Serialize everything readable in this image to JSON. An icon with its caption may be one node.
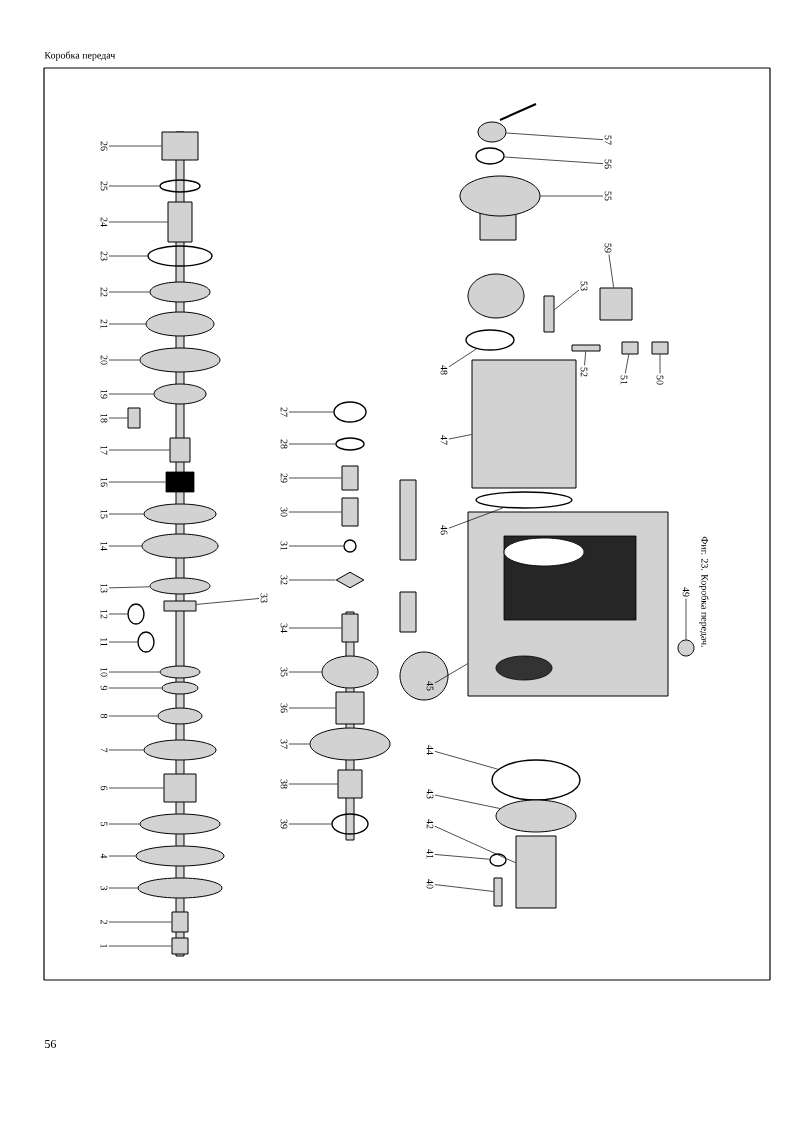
{
  "diagram": {
    "title": "Коробка передач",
    "caption": "Фиг. 23. Коробка передач.",
    "nodes": [
      {
        "text": [
          "26"
        ]
      },
      {
        "text": [
          "25"
        ]
      },
      {
        "text": [
          "24"
        ]
      },
      {
        "text": [
          "23"
        ]
      },
      {
        "text": [
          "22"
        ]
      },
      {
        "text": [
          "21"
        ]
      },
      {
        "text": [
          "20"
        ]
      },
      {
        "text": [
          "19"
        ]
      },
      {
        "text": [
          "18"
        ]
      },
      {
        "text": [
          "17"
        ]
      },
      {
        "text": [
          "16"
        ]
      },
      {
        "text": [
          "15"
        ]
      },
      {
        "text": [
          "14"
        ]
      },
      {
        "text": [
          "13"
        ]
      },
      {
        "text": [
          "12"
        ]
      },
      {
        "text": [
          "11"
        ]
      },
      {
        "text": [
          "10"
        ]
      },
      {
        "text": [
          "9"
        ]
      },
      {
        "text": [
          "8"
        ]
      },
      {
        "text": [
          "7"
        ]
      },
      {
        "text": [
          "6"
        ]
      },
      {
        "text": [
          "5"
        ]
      },
      {
        "text": [
          "4"
        ]
      },
      {
        "text": [
          "3"
        ]
      },
      {
        "text": [
          "2"
        ]
      },
      {
        "text": [
          "1"
        ]
      },
      {
        "text": [
          "27"
        ]
      },
      {
        "text": [
          "28"
        ]
      },
      {
        "text": [
          "29"
        ]
      },
      {
        "text": [
          "30"
        ]
      },
      {
        "text": [
          "31"
        ]
      },
      {
        "text": [
          "32"
        ]
      },
      {
        "text": [
          "33"
        ]
      },
      {
        "text": [
          "34"
        ]
      },
      {
        "text": [
          "35"
        ]
      },
      {
        "text": [
          "36"
        ]
      },
      {
        "text": [
          "37"
        ]
      },
      {
        "text": [
          "38"
        ]
      },
      {
        "text": [
          "39"
        ]
      },
      {
        "text": [
          "57"
        ]
      },
      {
        "text": [
          "56"
        ]
      },
      {
        "text": [
          "55"
        ]
      },
      {
        "text": [
          "59"
        ]
      },
      {
        "text": [
          "53"
        ]
      },
      {
        "text": [
          "52"
        ]
      },
      {
        "text": [
          "51"
        ]
      },
      {
        "text": [
          "50"
        ]
      },
      {
        "text": [
          "48"
        ]
      },
      {
        "text": [
          "47"
        ]
      },
      {
        "text": [
          "46"
        ]
      },
      {
        "text": [
          "45"
        ]
      },
      {
        "text": [
          "49"
        ]
      },
      {
        "text": [
          "44"
        ]
      },
      {
        "text": [
          "43"
        ]
      },
      {
        "text": [
          "42"
        ]
      },
      {
        "text": [
          "41"
        ]
      },
      {
        "text": [
          "40"
        ]
      },
      {
        "text": [],
        "shape": "box"
      },
      {
        "text": [],
        "shape": "ring"
      },
      {
        "text": [],
        "shape": "box"
      },
      {
        "text": [],
        "shape": "ring"
      },
      {
        "text": [],
        "shape": "ellipse"
      },
      {
        "text": [],
        "shape": "ellipse"
      },
      {
        "text": [],
        "shape": "ellipse"
      },
      {
        "text": [],
        "shape": "ellipse"
      },
      {
        "text": [],
        "shape": "box"
      },
      {
        "text": [],
        "shape": "box"
      },
      {
        "text": [],
        "shape": "box"
      },
      {
        "text": [],
        "shape": "ellipse"
      },
      {
        "text": [],
        "shape": "ellipse"
      },
      {
        "text": [],
        "shape": "ellipse"
      },
      {
        "text": [],
        "shape": "ring"
      },
      {
        "text": [],
        "shape": "ring"
      },
      {
        "text": [],
        "shape": "ellipse"
      },
      {
        "text": [],
        "shape": "ellipse"
      },
      {
        "text": [],
        "shape": "ellipse"
      },
      {
        "text": [],
        "shape": "ellipse"
      },
      {
        "text": [],
        "shape": "box"
      },
      {
        "text": [],
        "shape": "ellipse"
      },
      {
        "text": [],
        "shape": "ellipse"
      },
      {
        "text": [],
        "shape": "ellipse"
      },
      {
        "text": [],
        "shape": "box"
      },
      {
        "text": [],
        "shape": "box"
      },
      {
        "text": [],
        "shape": "ring"
      },
      {
        "text": [],
        "shape": "ring"
      },
      {
        "text": [],
        "shape": "box"
      },
      {
        "text": [],
        "shape": "box"
      },
      {
        "text": [],
        "shape": "ring"
      },
      {
        "text": [],
        "shape": "diamond"
      },
      {
        "text": [],
        "shape": "box"
      },
      {
        "text": [],
        "shape": "box"
      },
      {
        "text": [],
        "shape": "ellipse"
      },
      {
        "text": [],
        "shape": "box"
      },
      {
        "text": [],
        "shape": "ellipse"
      },
      {
        "text": [],
        "shape": "box"
      },
      {
        "text": [],
        "shape": "ring"
      },
      {
        "text": [],
        "shape": "ellipse"
      },
      {
        "text": [],
        "shape": "ring"
      },
      {
        "text": [],
        "shape": "ellipse"
      },
      {
        "text": [],
        "shape": "box"
      },
      {
        "text": [],
        "shape": "box"
      },
      {
        "text": [],
        "shape": "box"
      },
      {
        "text": [],
        "shape": "box"
      },
      {
        "text": [],
        "shape": "box"
      },
      {
        "text": [],
        "shape": "ring"
      },
      {
        "text": [],
        "shape": "box"
      },
      {
        "text": [],
        "shape": "ring"
      },
      {
        "text": [],
        "shape": "box"
      },
      {
        "text": [],
        "shape": "circle"
      },
      {
        "text": [],
        "shape": "ring"
      },
      {
        "text": [],
        "shape": "ellipse"
      },
      {
        "text": [],
        "shape": "box"
      },
      {
        "text": [],
        "shape": "ring"
      },
      {
        "text": [],
        "shape": "box"
      }
    ],
    "edges": [
      {
        "from": 0,
        "to": 57,
        "arrow": "none"
      },
      {
        "from": 1,
        "to": 58,
        "arrow": "none"
      },
      {
        "from": 2,
        "to": 59,
        "arrow": "none"
      },
      {
        "from": 3,
        "to": 60,
        "arrow": "none"
      },
      {
        "from": 4,
        "to": 61,
        "arrow": "none"
      },
      {
        "from": 5,
        "to": 62,
        "arrow": "none"
      },
      {
        "from": 6,
        "to": 63,
        "arrow": "none"
      },
      {
        "from": 7,
        "to": 64,
        "arrow": "none"
      },
      {
        "from": 8,
        "to": 65,
        "arrow": "none"
      },
      {
        "from": 9,
        "to": 66,
        "arrow": "none"
      },
      {
        "from": 10,
        "to": 67,
        "arrow": "none"
      },
      {
        "from": 11,
        "to": 68,
        "arrow": "none"
      },
      {
        "from": 12,
        "to": 69,
        "arrow": "none"
      },
      {
        "from": 13,
        "to": 70,
        "arrow": "none"
      },
      {
        "from": 14,
        "to": 71,
        "arrow": "none"
      },
      {
        "from": 15,
        "to": 72,
        "arrow": "none"
      },
      {
        "from": 16,
        "to": 73,
        "arrow": "none"
      },
      {
        "from": 17,
        "to": 74,
        "arrow": "none"
      },
      {
        "from": 18,
        "to": 75,
        "arrow": "none"
      },
      {
        "from": 19,
        "to": 76,
        "arrow": "none"
      },
      {
        "from": 20,
        "to": 77,
        "arrow": "none"
      },
      {
        "from": 21,
        "to": 78,
        "arrow": "none"
      },
      {
        "from": 22,
        "to": 79,
        "arrow": "none"
      },
      {
        "from": 23,
        "to": 80,
        "arrow": "none"
      },
      {
        "from": 24,
        "to": 81,
        "arrow": "none"
      },
      {
        "from": 25,
        "to": 82,
        "arrow": "none"
      },
      {
        "from": 26,
        "to": 83,
        "arrow": "none"
      },
      {
        "from": 27,
        "to": 84,
        "arrow": "none"
      },
      {
        "from": 28,
        "to": 85,
        "arrow": "none"
      },
      {
        "from": 29,
        "to": 86,
        "arrow": "none"
      },
      {
        "from": 30,
        "to": 87,
        "arrow": "none"
      },
      {
        "from": 31,
        "to": 88,
        "arrow": "none"
      },
      {
        "from": 32,
        "to": 89,
        "arrow": "none"
      },
      {
        "from": 33,
        "to": 90,
        "arrow": "none"
      },
      {
        "from": 34,
        "to": 91,
        "arrow": "none"
      },
      {
        "from": 35,
        "to": 92,
        "arrow": "none"
      },
      {
        "from": 36,
        "to": 93,
        "arrow": "none"
      },
      {
        "from": 37,
        "to": 94,
        "arrow": "none"
      },
      {
        "from": 38,
        "to": 95,
        "arrow": "none"
      },
      {
        "from": 39,
        "to": 96,
        "arrow": "none"
      },
      {
        "from": 40,
        "to": 97,
        "arrow": "none"
      },
      {
        "from": 41,
        "to": 98,
        "arrow": "none"
      },
      {
        "from": 42,
        "to": 99,
        "arrow": "none"
      },
      {
        "from": 43,
        "to": 100,
        "arrow": "none"
      },
      {
        "from": 44,
        "to": 101,
        "arrow": "none"
      },
      {
        "from": 45,
        "to": 102,
        "arrow": "none"
      },
      {
        "from": 46,
        "to": 103,
        "arrow": "none"
      },
      {
        "from": 47,
        "to": 104,
        "arrow": "none"
      },
      {
        "from": 48,
        "to": 105,
        "arrow": "none"
      },
      {
        "from": 49,
        "to": 106,
        "arrow": "none"
      },
      {
        "from": 50,
        "to": 107,
        "arrow": "none"
      },
      {
        "from": 51,
        "to": 108,
        "arrow": "none"
      },
      {
        "from": 52,
        "to": 109,
        "arrow": "none"
      },
      {
        "from": 53,
        "to": 110,
        "arrow": "none"
      },
      {
        "from": 54,
        "to": 111,
        "arrow": "none"
      },
      {
        "from": 55,
        "to": 112,
        "arrow": "none"
      },
      {
        "from": 56,
        "to": 113,
        "arrow": "none"
      }
    ],
    "labels": [
      "56"
    ]
  }
}
